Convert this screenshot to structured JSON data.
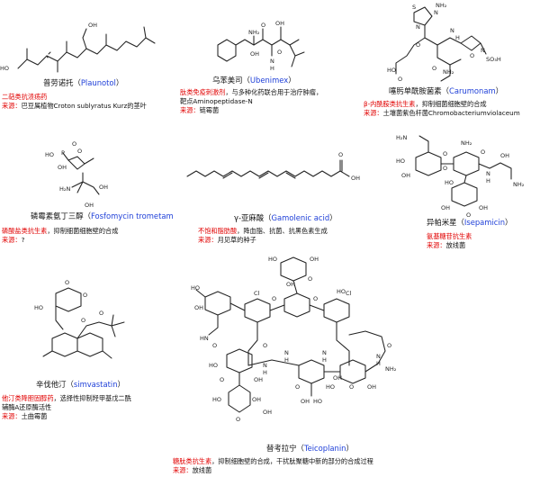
{
  "compounds": [
    {
      "id": "plaunotol",
      "name_cn": "普劳诺托",
      "name_latin": "Plaunotol",
      "category": "二萜类抗溃疡药",
      "source_label": "来源：",
      "source_text": "巴豆属植物Croton sublyratus Kurz的茎叶",
      "mol_labels": [
        "HO",
        "OH"
      ]
    },
    {
      "id": "ubenimex",
      "name_cn": "乌苯美司",
      "name_latin": "Ubenimex",
      "category": "肽类免疫刺激剂",
      "desc": "，与多种化药联合用于治疗肿瘤，",
      "desc2": "靶点Aminopeptidase-N",
      "source_label": "来源：",
      "source_text": "链霉菌",
      "mol_labels": [
        "NH₂",
        "O",
        "OH",
        "N",
        "H",
        "OH",
        "O"
      ]
    },
    {
      "id": "carumonam",
      "name_cn": "噻肟单酰胺菌素",
      "name_latin": "Carumonam",
      "category": "β-内酰胺类抗生素",
      "desc": "，抑制细菌细胞壁的合成",
      "source_label": "来源：",
      "source_text": "土壤菌紫色杆菌Chromobacteriumviolaceum",
      "mol_labels": [
        "S",
        "N",
        "NH₂",
        "N",
        "O",
        "H",
        "N",
        "O",
        "N",
        "SO₃H",
        "O",
        "NH₂",
        "HO",
        "O"
      ]
    },
    {
      "id": "fosfomycin",
      "name_cn": "磷霉素氨丁三醇",
      "name_latin": "Fosfomycin trometamol",
      "category": "磷酸盐类抗生素",
      "desc": "，抑制细菌细胞壁的合成",
      "source_label": "来源：",
      "source_text": "?",
      "mol_labels": [
        "O",
        "HO",
        "P",
        "O",
        "OH",
        "H₂N",
        "OH",
        "OH"
      ]
    },
    {
      "id": "gamolenic",
      "name_cn": "γ-亚麻酸",
      "name_latin": "Gamolenic acid",
      "category": "不饱和脂肪酸",
      "desc": "，降血脂、抗菌、抗黑色素生成",
      "source_label": "来源：",
      "source_text": "月见草的种子",
      "mol_labels": [
        "O",
        "OH"
      ]
    },
    {
      "id": "isepamicin",
      "name_cn": "异帕米星",
      "name_latin": "Isepamicin",
      "category": "氨基糖苷抗生素",
      "source_label": "来源：",
      "source_text": "放线菌",
      "mol_labels": [
        "H₂N",
        "HO",
        "OH",
        "O",
        "NH₂",
        "O",
        "HO",
        "O",
        "N",
        "H",
        "OH",
        "NH₂",
        "OH",
        "OH",
        "O"
      ]
    },
    {
      "id": "simvastatin",
      "name_cn": "辛伐他汀",
      "name_latin": "simvastatin",
      "category": "他汀类降胆固醇药",
      "desc": "，选择性抑制羟甲基戊二酰",
      "desc2": "辅酶A还原酶活性",
      "source_label": "来源：",
      "source_text": "土曲霉菌",
      "mol_labels": [
        "HO",
        "O",
        "O",
        "O",
        "O"
      ]
    },
    {
      "id": "teicoplanin",
      "name_cn": "替考拉宁",
      "name_latin": "Teicoplanin",
      "category": "糖肽类抗生素",
      "desc": "，抑制细胞壁的合成，干扰肽聚糖中新的部分的合成过程",
      "source_label": "来源：",
      "source_text": "放线菌",
      "mol_labels": [
        "HO",
        "OH",
        "OH",
        "O",
        "HO",
        "OH",
        "O",
        "O",
        "Cl",
        "Cl",
        "HN",
        "O",
        "O",
        "N",
        "H",
        "N",
        "H",
        "N",
        "H",
        "N",
        "H",
        "NH₂",
        "O",
        "HO",
        "O",
        "OH",
        "HO",
        "OH",
        "O",
        "OH",
        "OH",
        "HO",
        "O",
        "HO",
        "OH",
        "OH",
        "O",
        "HO"
      ]
    }
  ]
}
